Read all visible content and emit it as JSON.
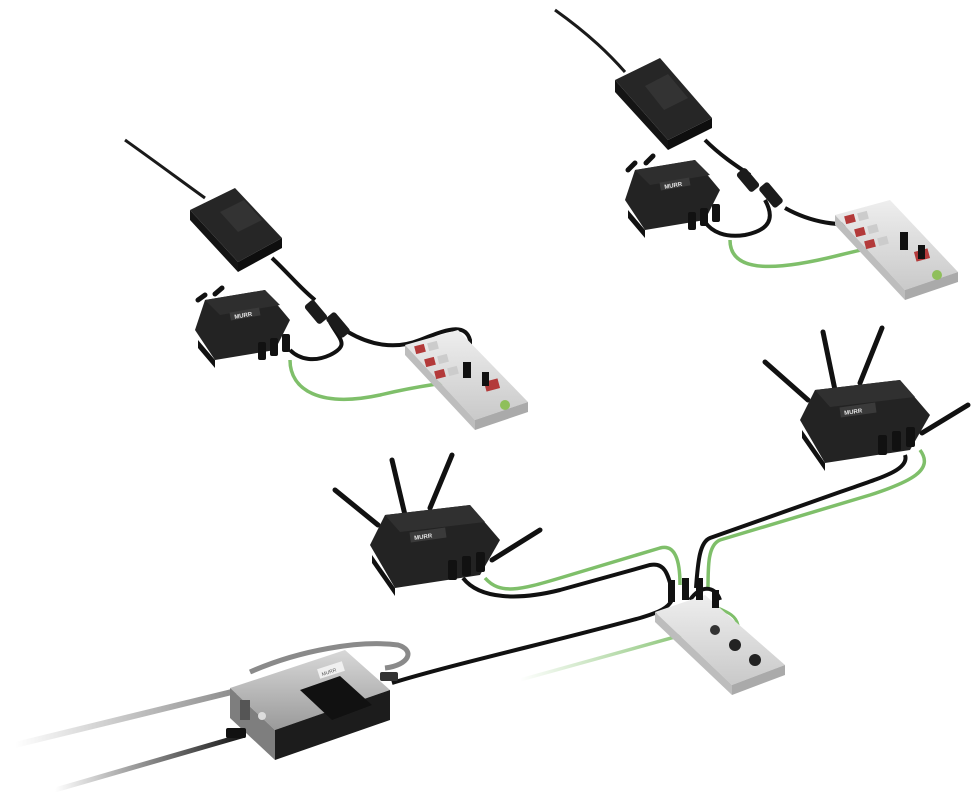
{
  "scene": {
    "background": "#ffffff",
    "colors": {
      "cable_black": "#111111",
      "cable_green": "#7fbf6a",
      "cable_grey": "#8a8a8a",
      "device_dark": "#232323",
      "hub_light": "#e2e2e2",
      "port_red": "#b33a3a"
    },
    "devices": [
      {
        "kind": "power-supply",
        "name": "power-supply-left"
      },
      {
        "kind": "power-supply",
        "name": "power-supply-right"
      },
      {
        "kind": "wireless-module",
        "name": "wireless-module-left-small",
        "antennas": 2
      },
      {
        "kind": "wireless-module",
        "name": "wireless-module-right-small",
        "antennas": 2
      },
      {
        "kind": "wireless-module",
        "name": "wireless-router-center",
        "antennas": 4
      },
      {
        "kind": "wireless-module",
        "name": "wireless-router-right",
        "antennas": 4
      },
      {
        "kind": "io-hub",
        "name": "io-hub-left"
      },
      {
        "kind": "io-hub",
        "name": "io-hub-right"
      },
      {
        "kind": "io-hub",
        "name": "io-hub-center"
      },
      {
        "kind": "power-supply",
        "name": "power-supply-silver"
      }
    ],
    "device_brand": "MURR",
    "silver_label": "MURR"
  }
}
